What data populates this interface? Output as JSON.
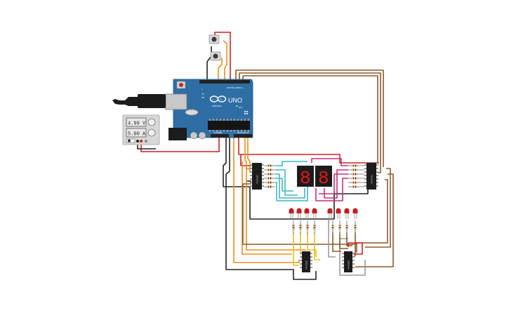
{
  "board": {
    "brand": "ARDUINO",
    "model": "UNO",
    "digital_header_label": "DIGITAL (PWM ~)",
    "power_label": "POWER",
    "analog_label": "ANALOG IN",
    "on_label": "ON",
    "tx_label": "TX",
    "rx_label": "RX",
    "l_label": "L"
  },
  "power_supply": {
    "voltage_reading": "4.99 V",
    "current_reading": "5.00 A"
  },
  "seven_segment": {
    "digit_left": "8",
    "digit_right": "8"
  },
  "ic_labels": {
    "shift_left": "74HC595",
    "shift_right": "74HC595",
    "led_driver_left": "74HC595",
    "led_driver_right": "74HC595"
  },
  "colors": {
    "board": "#2f6ea5",
    "wire_orange": "#e8901e",
    "wire_brown": "#8a5a2b",
    "wire_red": "#cc2222",
    "wire_black": "#222222",
    "wire_yellow": "#e6c21a",
    "wire_teal": "#3fb7c4",
    "wire_magenta": "#c1307d",
    "wire_gray": "#9a9a9a",
    "led_red": "#c21f1f",
    "segment_red": "#e01818"
  },
  "icons": {
    "usb": "usb-plug-icon",
    "barrel": "dc-barrel-jack-icon",
    "reset": "reset-button-icon",
    "pushbutton": "pushbutton-icon"
  }
}
